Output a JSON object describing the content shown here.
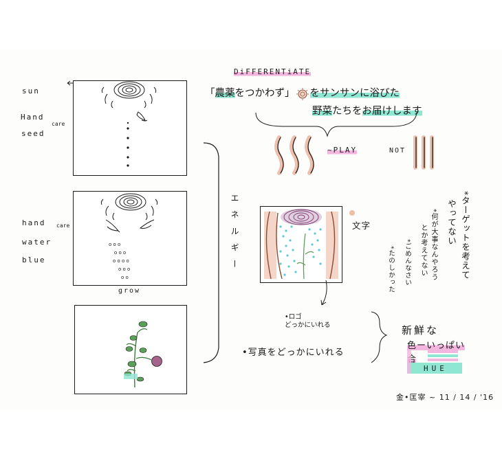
{
  "colors": {
    "teal": "#8fe6d2",
    "pink": "#f2b6df",
    "peach": "#e7a184",
    "purple": "#a5648c",
    "green": "#5aa05a",
    "ink": "#1a1a1a"
  },
  "panel1": {
    "labels": [
      "sun",
      "Hand",
      "care",
      "seed"
    ]
  },
  "panel2": {
    "labels": [
      "hand",
      "care",
      "water",
      "blue"
    ],
    "caption": "grow"
  },
  "bracket_vertical": "エネルギー",
  "title": "DiFFERENTiATE",
  "headline": {
    "line1_parts": [
      "「",
      "農薬",
      "をつかわず",
      "」",
      "をサンサンに浴びた"
    ],
    "line2_parts": [
      "野菜",
      "たちを",
      "お届けします"
    ]
  },
  "play_label": "~PLAY",
  "not_label": "NOT",
  "moji_label": "文字",
  "logo_note": "•ロゴ\nどっかにいれる",
  "photo_note": "•写真をどっかにいれる",
  "side_notes": [
    "*ターゲットを考えて",
    "やってない",
    "*何が大事なんやろう",
    "とか考えてない",
    "*ごめんなさい",
    "*たのしかった"
  ],
  "fresh": {
    "line1": "新鮮な",
    "line2": "色ーいっぱい",
    "line3": "合",
    "hue": "HUE"
  },
  "signature": "金•匡宰 ~ 11 / 14 / '16"
}
